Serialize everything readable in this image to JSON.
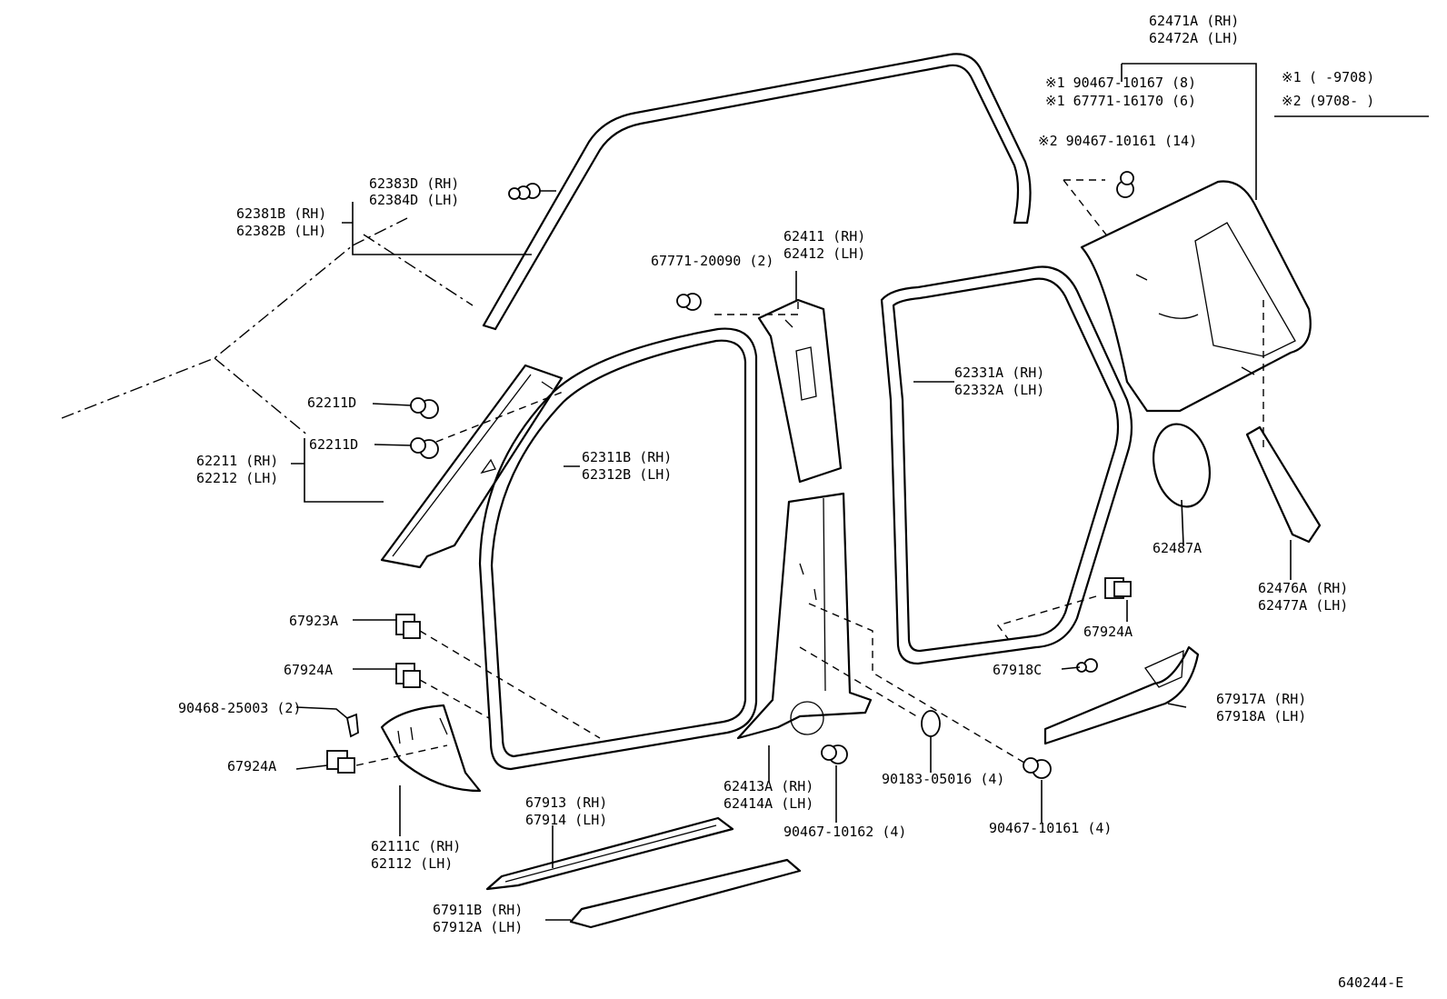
{
  "drawing_code": "640244-E",
  "legend": {
    "mark1": "※1",
    "range1": "(      -9708)",
    "mark2": "※2",
    "range2": "(9708-      )"
  },
  "labels": {
    "l62471": [
      "62471A (RH)",
      "62472A (LH)"
    ],
    "l90467_10167": [
      "※1 90467-10167 (8)"
    ],
    "l67771_16170": [
      "※1 67771-16170 (6)"
    ],
    "l90467_10161_14": [
      "※2 90467-10161 (14)"
    ],
    "l62383": [
      "62383D (RH)",
      "62384D (LH)"
    ],
    "l62381": [
      "62381B (RH)",
      "62382B (LH)"
    ],
    "l67771_20090": [
      "67771-20090 (2)"
    ],
    "l62411": [
      "62411 (RH)",
      "62412 (LH)"
    ],
    "l62331": [
      "62331A (RH)",
      "62332A (LH)"
    ],
    "l62211d_a": [
      "62211D"
    ],
    "l62211d_b": [
      "62211D"
    ],
    "l62211": [
      "62211 (RH)",
      "62212 (LH)"
    ],
    "l62311": [
      "62311B (RH)",
      "62312B (LH)"
    ],
    "l62487": [
      "62487A"
    ],
    "l62476": [
      "62476A (RH)",
      "62477A (LH)"
    ],
    "l67923": [
      "67923A"
    ],
    "l67924_a": [
      "67924A"
    ],
    "l67924_b": [
      "67924A"
    ],
    "l67918c": [
      "67918C"
    ],
    "l90468": [
      "90468-25003 (2)"
    ],
    "l67917": [
      "67917A (RH)",
      "67918A (LH)"
    ],
    "l67924_c": [
      "67924A"
    ],
    "l62413": [
      "62413A (RH)",
      "62414A (LH)"
    ],
    "l90183": [
      "90183-05016 (4)"
    ],
    "l67913": [
      "67913 (RH)",
      "67914 (LH)"
    ],
    "l90467_10162": [
      "90467-10162 (4)"
    ],
    "l90467_10161_4": [
      "90467-10161 (4)"
    ],
    "l62111": [
      "62111C (RH)",
      "62112   (LH)"
    ],
    "l67911": [
      "67911B (RH)",
      "67912A (LH)"
    ]
  }
}
